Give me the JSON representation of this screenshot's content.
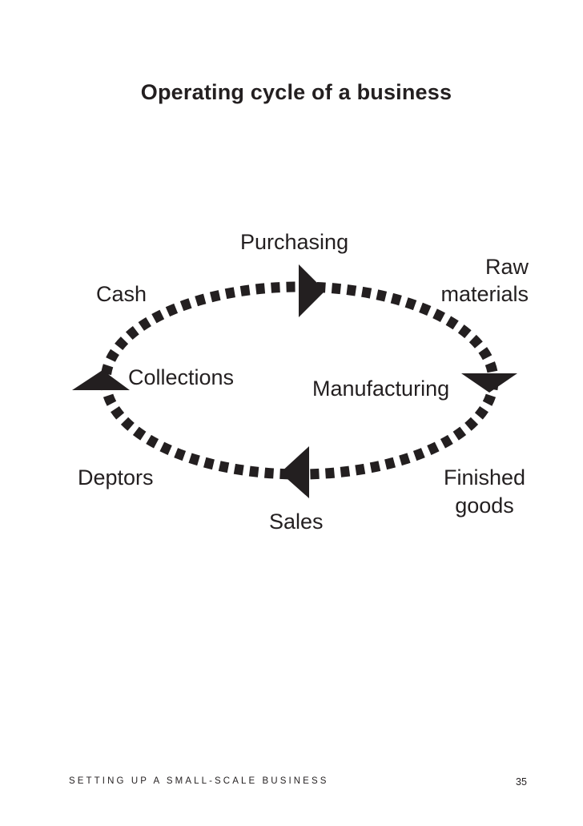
{
  "title": "Operating cycle of a business",
  "stages": {
    "purchasing": "Purchasing",
    "raw_materials_line1": "Raw",
    "raw_materials_line2": "materials",
    "manufacturing": "Manufacturing",
    "finished_goods_line1": "Finished",
    "finished_goods_line2": "goods",
    "sales": "Sales",
    "deptors": "Deptors",
    "collections": "Collections",
    "cash": "Cash"
  },
  "footer": {
    "book_title": "SETTING UP A SMALL-SCALE BUSINESS",
    "page_number": "35"
  },
  "colors": {
    "ink": "#231f20"
  }
}
